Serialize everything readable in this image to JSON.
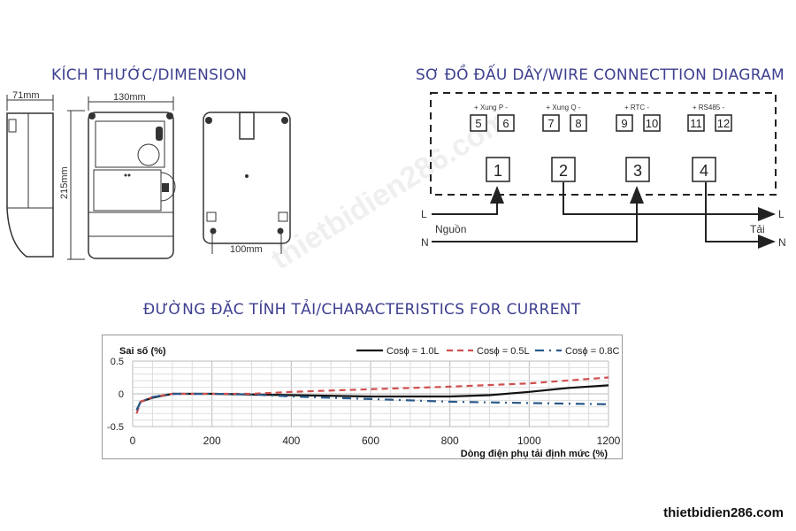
{
  "titles": {
    "dimension": "KÍCH THƯỚC/DIMENSION",
    "wiring": "SƠ ĐỒ ĐẤU DÂY/WIRE CONNECTTION DIAGRAM",
    "characteristics": "ĐƯỜNG ĐẶC TÍNH TẢI/CHARACTERISTICS FOR CURRENT"
  },
  "dimensions": {
    "depth": "71mm",
    "width": "130mm",
    "height": "215mm",
    "mount": "100mm"
  },
  "wiring": {
    "groups": [
      {
        "label": "+ Xung P -",
        "terminals": [
          "5",
          "6"
        ]
      },
      {
        "label": "+ Xung Q -",
        "terminals": [
          "7",
          "8"
        ]
      },
      {
        "label": "+ RTC -",
        "terminals": [
          "9",
          "10"
        ]
      },
      {
        "label": "+ RS485 -",
        "terminals": [
          "11",
          "12"
        ]
      }
    ],
    "main_terminals": [
      "1",
      "2",
      "3",
      "4"
    ],
    "source_label": "Nguồn",
    "load_label": "Tải",
    "L": "L",
    "N": "N"
  },
  "chart_data": {
    "type": "line",
    "ylabel": "Sai số (%)",
    "xlabel": "Dòng điện phụ tải định mức (%)",
    "xlim": [
      0,
      1200
    ],
    "ylim": [
      -0.5,
      0.5
    ],
    "xticks": [
      "0",
      "200",
      "400",
      "600",
      "800",
      "1000",
      "1200"
    ],
    "yticks": [
      "0.5",
      "0",
      "-0.5"
    ],
    "grid": true,
    "legend": "top-right",
    "series": [
      {
        "name": "Cosϕ = 1.0L",
        "color": "#111111",
        "style": "solid",
        "x": [
          10,
          20,
          50,
          100,
          200,
          400,
          600,
          800,
          900,
          1000,
          1100,
          1200
        ],
        "y": [
          -0.25,
          -0.12,
          -0.06,
          0,
          0,
          -0.02,
          -0.04,
          -0.04,
          -0.02,
          0.03,
          0.09,
          0.13
        ]
      },
      {
        "name": "Cosϕ = 0.5L",
        "color": "#d05050",
        "style": "dash",
        "x": [
          10,
          20,
          50,
          100,
          200,
          300,
          400,
          600,
          800,
          1000,
          1200
        ],
        "y": [
          -0.3,
          -0.12,
          -0.05,
          0,
          0,
          0,
          0.03,
          0.07,
          0.11,
          0.16,
          0.25
        ]
      },
      {
        "name": "Cosϕ = 0.8C",
        "color": "#2a5a8a",
        "style": "dashdot",
        "x": [
          10,
          20,
          50,
          100,
          200,
          300,
          400,
          600,
          800,
          1000,
          1200
        ],
        "y": [
          -0.25,
          -0.12,
          -0.05,
          0,
          0,
          -0.01,
          -0.04,
          -0.08,
          -0.12,
          -0.14,
          -0.16
        ]
      }
    ]
  },
  "brand": "thietbidien286.com"
}
